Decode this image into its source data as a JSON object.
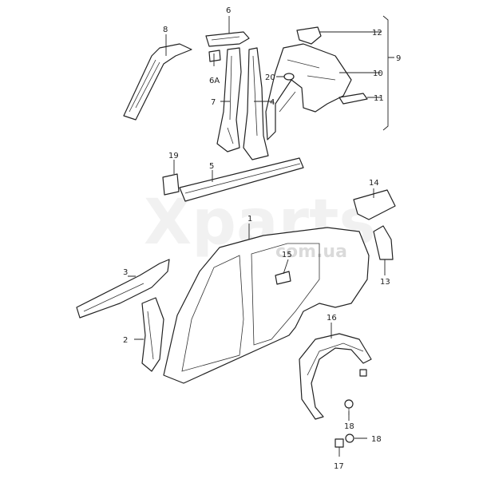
{
  "watermark": {
    "main": "Xparts",
    "sub": "com.ua"
  },
  "labels": {
    "p1": "1",
    "p2": "2",
    "p3": "3",
    "p4": "4",
    "p5": "5",
    "p6": "6",
    "p6a": "6A",
    "p7": "7",
    "p8": "8",
    "p9": "9",
    "p10": "10",
    "p11": "11",
    "p12": "12",
    "p13": "13",
    "p14": "14",
    "p15": "15",
    "p16": "16",
    "p17": "17",
    "p18a": "18",
    "p18b": "18",
    "p19": "19",
    "p20": "20"
  }
}
